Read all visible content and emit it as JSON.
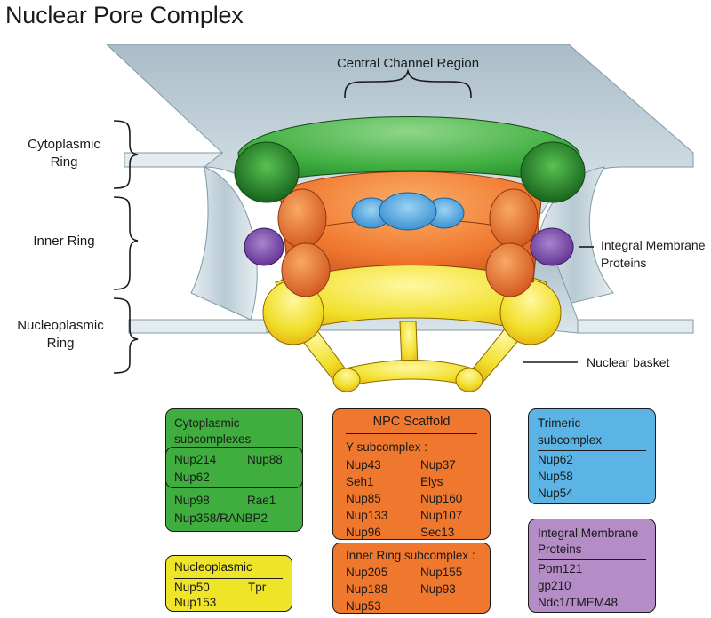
{
  "title": "Nuclear Pore Complex",
  "labels": {
    "central_channel": "Central Channel Region",
    "cytoplasmic_ring": [
      "Cytoplasmic",
      "Ring"
    ],
    "inner_ring": "Inner Ring",
    "nucleoplasmic_ring": [
      "Nucleoplasmic",
      "Ring"
    ],
    "integral_membrane": [
      "Integral Membrane",
      "Proteins"
    ],
    "nuclear_basket": "Nuclear basket"
  },
  "colors": {
    "cytoplasmic": "#3fae3f",
    "scaffold": "#f0772e",
    "trimeric": "#5bb3e6",
    "nucleoplasmic": "#eee528",
    "membrane_proteins": "#b48cc6",
    "membrane": "#c5d5dd"
  },
  "boxes": {
    "cytoplasmic": {
      "title": [
        "Cytoplasmic",
        "subcomplexes"
      ],
      "group": [
        "Nup214",
        "Nup88",
        "Nup62"
      ],
      "items": [
        "Nup98",
        "Rae1",
        "Nup358/RANBP2"
      ]
    },
    "nucleoplasmic": {
      "title": "Nucleoplasmic",
      "items": [
        "Nup50",
        "Tpr",
        "Nup153"
      ]
    },
    "scaffold": {
      "title": "NPC Scaffold",
      "subtitle": "Y subcomplex :",
      "left": [
        "Nup43",
        "Seh1",
        "Nup85",
        "Nup133",
        "Nup96"
      ],
      "right": [
        "Nup37",
        "Elys",
        "Nup160",
        "Nup107",
        "Sec13"
      ]
    },
    "inner_ring": {
      "title": "Inner Ring subcomplex :",
      "left": [
        "Nup205",
        "Nup188",
        "Nup53"
      ],
      "right": [
        "Nup155",
        "Nup93"
      ]
    },
    "trimeric": {
      "title": [
        "Trimeric",
        "subcomplex"
      ],
      "items": [
        "Nup62",
        "Nup58",
        "Nup54"
      ]
    },
    "membrane": {
      "title": [
        "Integral Membrane",
        "Proteins"
      ],
      "items": [
        "Pom121",
        "gp210",
        "Ndc1/TMEM48"
      ]
    }
  }
}
